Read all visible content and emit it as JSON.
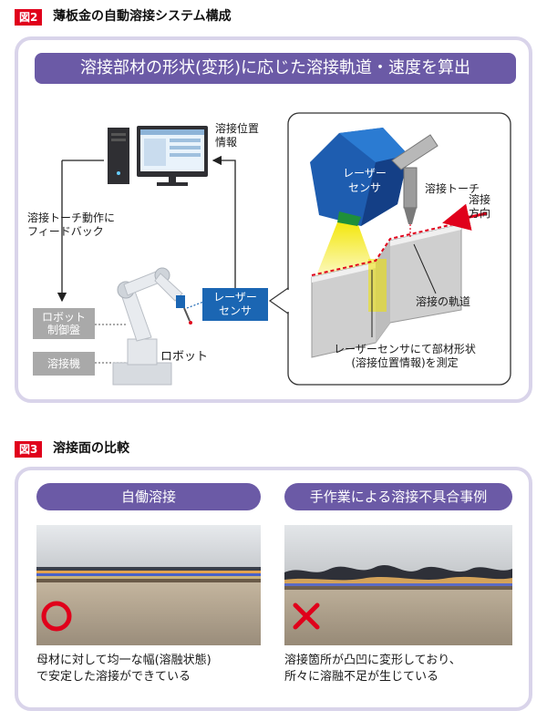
{
  "fig2": {
    "tag": "図2",
    "title": "薄板金の自動溶接システム構成",
    "banner": "溶接部材の形状(変形)に応じた溶接軌道・速度を算出",
    "weld_position_info": [
      "溶接位置",
      "情報"
    ],
    "feedback_label": [
      "溶接トーチ動作に",
      "フィードバック"
    ],
    "robot_controller": [
      "ロボット",
      "制御盤"
    ],
    "welder": "溶接機",
    "robot": "ロボット",
    "laser_sensor_box": [
      "レーザー",
      "センサ"
    ],
    "inset": {
      "sensor": [
        "レーザー",
        "センサ"
      ],
      "torch": "溶接トーチ",
      "direction": [
        "溶接",
        "方向"
      ],
      "trajectory": "溶接の軌道",
      "measure": [
        "レーザーセンサにて部材形状",
        "(溶接位置情報)を測定"
      ]
    }
  },
  "fig3": {
    "tag": "図3",
    "title": "溶接面の比較",
    "left_label": "自働溶接",
    "right_label": "手作業による溶接不具合事例",
    "left_mark": "○",
    "right_mark": "✕",
    "left_caption": [
      "母材に対して均一な幅(溶融状態)",
      "で安定した溶接ができている"
    ],
    "right_caption": [
      "溶接箇所が凸凹に変形しており、",
      "所々に溶融不足が生じている"
    ]
  },
  "colors": {
    "red_tag": "#e0001b",
    "purple": "#6b5aa6",
    "panel_border": "#d9d4ea",
    "blue": "#1b66b3",
    "gray": "#a9a9a9"
  }
}
